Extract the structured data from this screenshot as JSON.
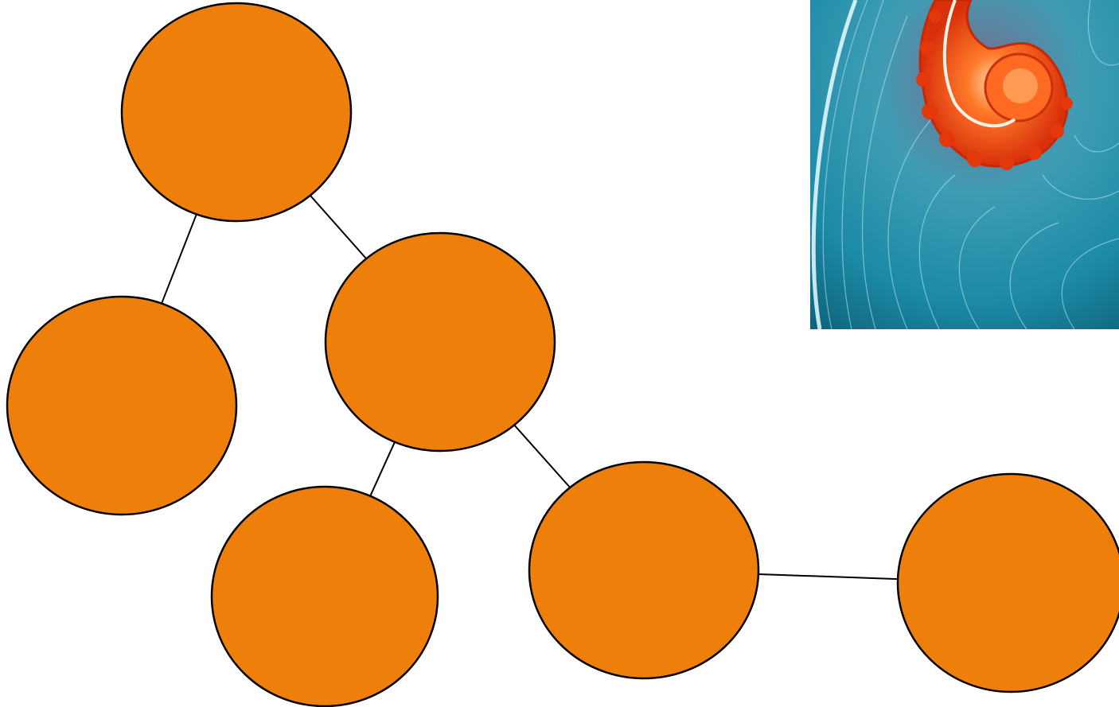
{
  "diagram": {
    "node_fill": "#ef7f0b",
    "node_stroke": "#000000",
    "edge_stroke": "#000000",
    "nodes": [
      {
        "id": "root"
      },
      {
        "id": "left-child"
      },
      {
        "id": "middle-child"
      },
      {
        "id": "bottom-left"
      },
      {
        "id": "bottom-middle"
      },
      {
        "id": "far-right"
      }
    ],
    "edges": [
      {
        "from": "root",
        "to": "left-child"
      },
      {
        "from": "root",
        "to": "middle-child"
      },
      {
        "from": "middle-child",
        "to": "bottom-left"
      },
      {
        "from": "middle-child",
        "to": "bottom-middle"
      },
      {
        "from": "bottom-middle",
        "to": "far-right"
      }
    ]
  },
  "image": {
    "subject": "fractal-spiral",
    "colors": {
      "cyan": "#1fa6c2",
      "teal_dark": "#0e6f86",
      "orange": "#ff5a1a",
      "red": "#e0320c",
      "highlight": "#fff2e0"
    }
  }
}
